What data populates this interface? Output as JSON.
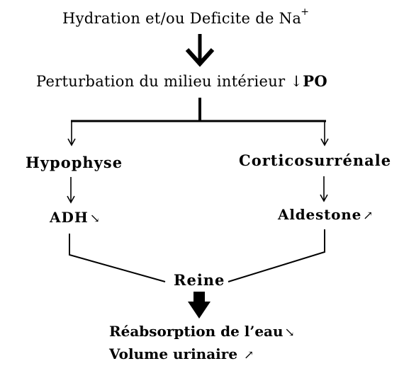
{
  "nodes": {
    "start": {
      "text": "Hydration  et/ou Deficite de Na",
      "superscript": "+"
    },
    "perturbation": {
      "text": "Perturbation du milieu intérieur ",
      "arrow": "↓",
      "suffix": "PO"
    },
    "hypophyse": {
      "text": "Hypophyse"
    },
    "corticosurrenale": {
      "text": "Corticosurrénale"
    },
    "adh": {
      "text": "ADH",
      "arrow": "↘"
    },
    "aldestone": {
      "text": "Aldestone",
      "arrow": "↗"
    },
    "reine": {
      "text": "Reine"
    },
    "reabsorption": {
      "text": "Réabsorption de l’eau",
      "arrow": "↘"
    },
    "volume": {
      "text": "Volume urinaire ",
      "arrow": "↗"
    }
  },
  "colors": {
    "stroke": "#000000",
    "background": "#ffffff"
  }
}
